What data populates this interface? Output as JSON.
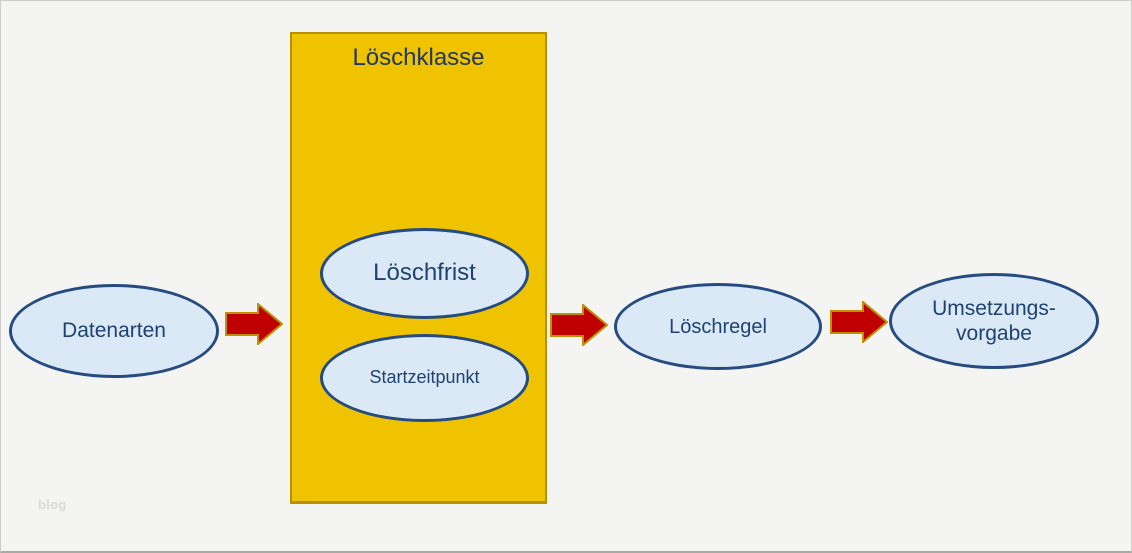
{
  "diagram": {
    "container_label": "Löschklasse",
    "nodes": [
      {
        "id": "datenarten",
        "label": "Datenarten"
      },
      {
        "id": "loeschfrist",
        "label": "Löschfrist"
      },
      {
        "id": "startzeitpunkt",
        "label": "Startzeitpunkt"
      },
      {
        "id": "loeschregel",
        "label": "Löschregel"
      },
      {
        "id": "umsetzungsvorgabe",
        "label_line1": "Umsetzungs-",
        "label_line2": "vorgabe"
      }
    ],
    "connectors": [
      {
        "from": "datenarten",
        "to": "loeschklasse-container"
      },
      {
        "from": "loeschklasse-container",
        "to": "loeschregel"
      },
      {
        "from": "loeschregel",
        "to": "umsetzungsvorgabe"
      }
    ],
    "watermark": "blog",
    "colors": {
      "canvas_bg": "#F4F4F2",
      "container_fill": "#F0C300",
      "container_border": "#BA8F00",
      "node_fill": "#DBE9F6",
      "node_border": "#264B80",
      "node_text": "#1E4272",
      "title_text": "#1F3864",
      "arrow_fill": "#C00000",
      "arrow_outline": "#BF9000"
    }
  }
}
